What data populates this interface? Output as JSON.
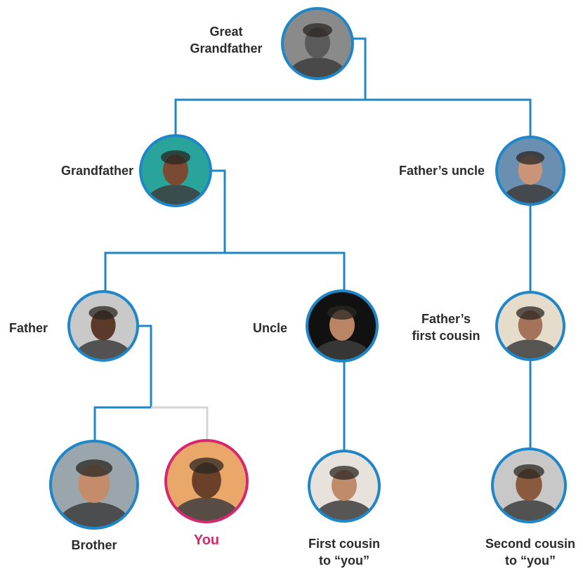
{
  "colors": {
    "line": "#1f86c8",
    "line_you": "#d5d5d5",
    "ring": "#1f86c8",
    "ring_you": "#d6286e",
    "label": "#2b2b2b",
    "label_you": "#d6286e"
  },
  "people": {
    "great_grandfather": {
      "label": "Great\nGrandfather",
      "photo_tone": "#8a8a8a",
      "skin": "#5a5a5a"
    },
    "grandfather": {
      "label": "Grandfather",
      "photo_tone": "#2aa39a",
      "skin": "#7a4a32"
    },
    "fathers_uncle": {
      "label": "Father’s uncle",
      "photo_tone": "#6b8fb0",
      "skin": "#c99478"
    },
    "father": {
      "label": "Father",
      "photo_tone": "#c9c9c9",
      "skin": "#5b3a2a"
    },
    "uncle": {
      "label": "Uncle",
      "photo_tone": "#111111",
      "skin": "#b98564"
    },
    "fathers_first_cousin": {
      "label": "Father’s\nfirst cousin",
      "photo_tone": "#e6dccb",
      "skin": "#a4735a"
    },
    "brother": {
      "label": "Brother",
      "photo_tone": "#9aa6ac",
      "skin": "#c48c6a"
    },
    "you": {
      "label": "You",
      "photo_tone": "#e9a86a",
      "skin": "#6a4029"
    },
    "first_cousin": {
      "label": "First cousin\nto “you”",
      "photo_tone": "#e7e3dc",
      "skin": "#c08b6b"
    },
    "second_cousin": {
      "label": "Second cousin\nto “you”",
      "photo_tone": "#c8c8c8",
      "skin": "#8a5a3e"
    }
  }
}
